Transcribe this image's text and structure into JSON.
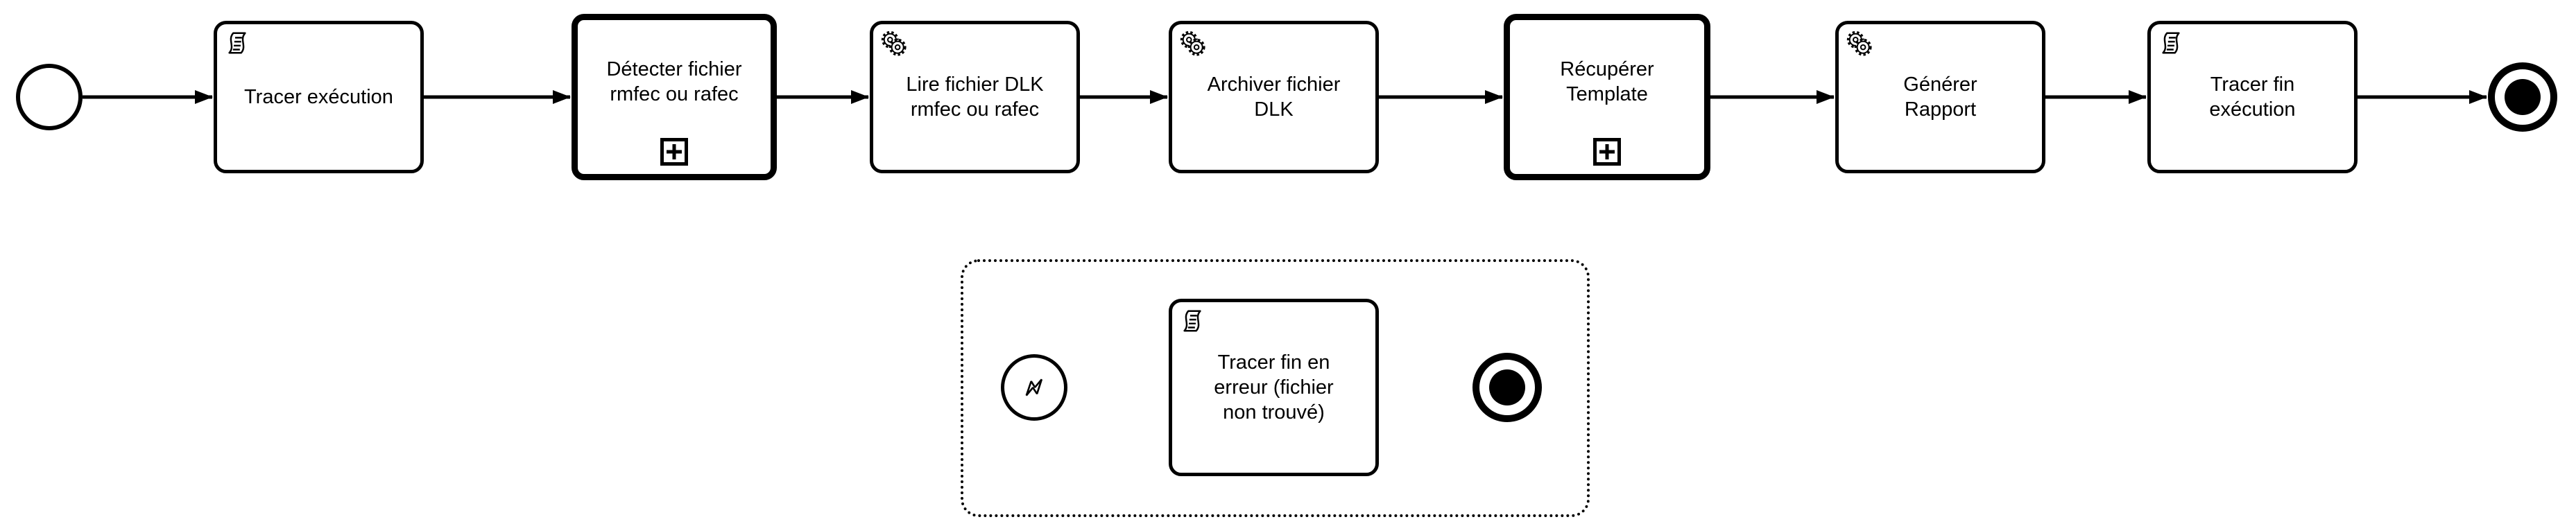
{
  "diagram": {
    "kind": "bpmn-process",
    "background_color": "#ffffff",
    "stroke_color": "#000000"
  },
  "nodes": {
    "start_event": {
      "type": "start-event"
    },
    "tracer_execution": {
      "label": "Tracer exécution",
      "task_type": "script"
    },
    "detecter_fichier": {
      "label": "Détecter fichier\nrmfec ou rafec",
      "type": "collapsed-subprocess",
      "marker": "plus"
    },
    "lire_fichier": {
      "label": "Lire fichier DLK\nrmfec ou rafec",
      "task_type": "service"
    },
    "archiver_fichier": {
      "label": "Archiver fichier\nDLK",
      "task_type": "service"
    },
    "recuperer_template": {
      "label": "Récupérer\nTemplate",
      "type": "collapsed-subprocess",
      "marker": "plus"
    },
    "generer_rapport": {
      "label": "Générer\nRapport",
      "task_type": "service"
    },
    "tracer_fin": {
      "label": "Tracer fin\nexécution",
      "task_type": "script"
    },
    "end_event": {
      "type": "terminate-end-event"
    },
    "error_start_event": {
      "type": "error-start-event"
    },
    "tracer_fin_erreur": {
      "label": "Tracer fin en\nerreur (fichier\nnon trouvé)",
      "task_type": "script"
    },
    "error_end_event": {
      "type": "terminate-end-event"
    }
  }
}
